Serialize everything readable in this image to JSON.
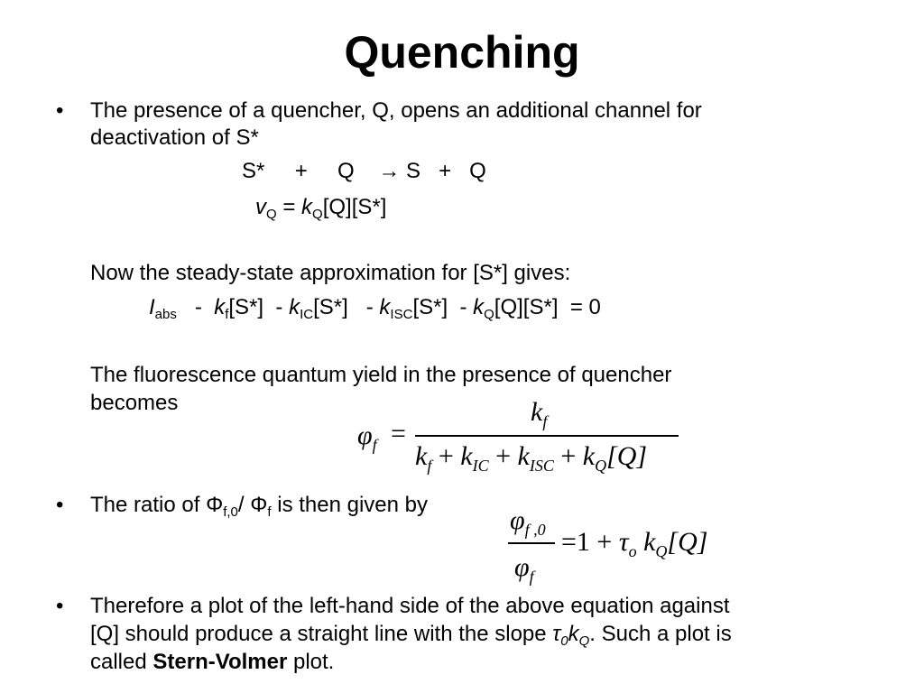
{
  "title": "Quenching",
  "bullet_symbol": "•",
  "bullet1": {
    "line1": "The presence of a quencher, Q, opens an additional channel for",
    "line2": "deactivation of S*",
    "reaction": "S*     +     Q    → S   +   Q",
    "rate": {
      "v": "v",
      "v_sub": "Q",
      "eq": " = ",
      "k": "k",
      "k_sub": "Q",
      "rest": "[Q][S*]"
    },
    "steady_state_intro": "Now the steady-state approximation for [S*] gives:",
    "steady_state": {
      "I": "I",
      "I_sub": "abs",
      "t1": "   -  ",
      "k1": "k",
      "k1_sub": "f",
      "r1": "[S*]  - ",
      "k2": "k",
      "k2_sub": "IC",
      "r2": "[S*]   - ",
      "k3": "k",
      "k3_sub": "ISC",
      "r3": "[S*]  - ",
      "k4": "k",
      "k4_sub": "Q",
      "r4": "[Q][S*]  = 0"
    },
    "yield_line1": "The fluorescence quantum yield in the presence of quencher",
    "yield_line2": "becomes",
    "eq1": {
      "lhs": "φ",
      "lhs_sub": "f",
      "equals": "=",
      "num": "k",
      "num_sub": "f",
      "den": [
        {
          "k": "k",
          "sub": "f",
          "op": " + "
        },
        {
          "k": "k",
          "sub": "IC",
          "op": " + "
        },
        {
          "k": "k",
          "sub": "ISC",
          "op": " + "
        },
        {
          "k": "k",
          "sub": "Q",
          "op": ""
        }
      ],
      "den_tail": "[Q]"
    }
  },
  "bullet2": {
    "text_a": "The ratio of Φ",
    "sub_a": "f,0",
    "text_b": "/ Φ",
    "sub_b": "f",
    "text_c": " is then given by",
    "eq2": {
      "num": "φ",
      "num_sub": "f ,0",
      "den": "φ",
      "den_sub": "f",
      "rhs_a": "=1 + ",
      "tau": "τ",
      "tau_sub": "o",
      "k": " k",
      "k_sub": "Q",
      "tail": "[Q]"
    }
  },
  "bullet3": {
    "line1": "Therefore a plot of the left-hand side of the above equation against",
    "line2_a": "[Q] should produce a straight line with the slope ",
    "tau": "τ",
    "tau_sub": "0",
    "k": "k",
    "k_sub": "Q",
    "line2_b": ". Such a plot is",
    "line3_a": "called ",
    "line3_bold": "Stern-Volmer",
    "line3_b": " plot."
  }
}
